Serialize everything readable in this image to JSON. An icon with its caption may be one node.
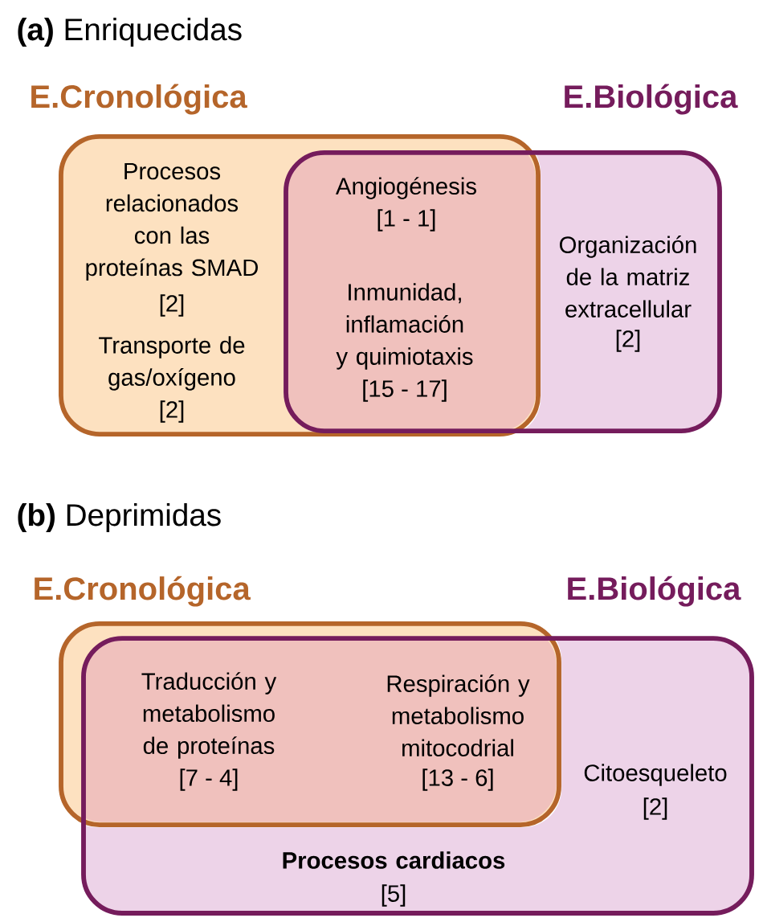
{
  "diagram": {
    "nodes": [
      {
        "text": [
          "E.Cronológica"
        ]
      },
      {
        "text": [
          "E.Biológica"
        ]
      },
      {
        "text": [
          "E.Cronológica"
        ]
      },
      {
        "text": [
          "E.Biológica"
        ]
      }
    ],
    "labels": [
      "**(a)** Enriquecidas",
      "Procesos relacionados con las proteínas SMAD",
      "[2]",
      "Angiogénesis",
      "[1 - 1]",
      "Organización de la matriz extracellular",
      "[2]",
      "Inmunidad, inflamación y quimiotaxis",
      "[15 - 17]",
      "Transporte de gas/oxígeno",
      "[2]",
      "**(b)** Deprimidas",
      "Traducción y metabolismo de proteínas",
      "[7 - 4]",
      "Respiración y metabolismo mitocodrial",
      "[13 - 6]",
      "Citoesqueleto",
      "[2]",
      "Procesos cardiacos",
      "[5]"
    ]
  }
}
